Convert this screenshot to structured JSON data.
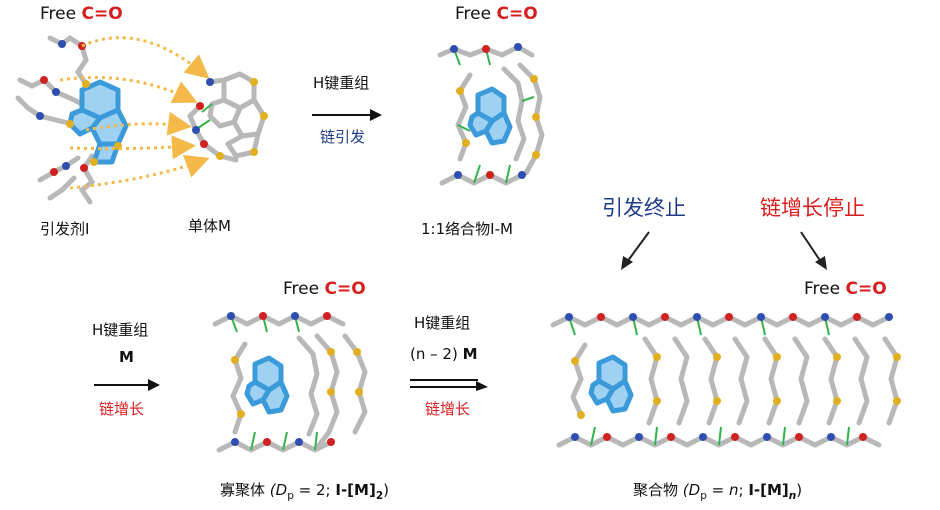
{
  "colors": {
    "red": "#d81e1e",
    "blue": "#1f3c88",
    "pyrene": "#3b9ad9",
    "hbond": "#33b34a",
    "dashed_arrow": "#f5b94a",
    "backbone": "#b8b8b8",
    "sulfur": "#e0b020",
    "nitrogen": "#2f4fb0",
    "oxygen": "#d02020"
  },
  "labels": {
    "free": "Free",
    "co": "C=O"
  },
  "step1": {
    "hbond": "H键重组",
    "chain_init": "链引发"
  },
  "step2": {
    "hbond": "H键重组",
    "monomer": "M",
    "chain_growth": "链增长"
  },
  "step3": {
    "hbond": "H键重组",
    "n_minus_2": "(n – 2)",
    "monomer": "M",
    "chain_growth": "链增长"
  },
  "callouts": {
    "init_stop": "引发终止",
    "growth_stop": "链增长停止"
  },
  "captions": {
    "initiator": "引发剂I",
    "monomer": "单体M",
    "complex": "1:1络合物I-M",
    "oligomer_prefix": "寡聚体",
    "oligomer_dp": "(D",
    "oligomer_p": "p",
    "oligomer_eq": " = 2; ",
    "oligomer_formula": "I-[M]",
    "oligomer_sub": "2",
    "oligomer_close": ")",
    "polymer_prefix": "聚合物",
    "polymer_dp": "(D",
    "polymer_p": "p",
    "polymer_eq": " = ",
    "polymer_n": "n",
    "polymer_semi": "; ",
    "polymer_formula": "I-[M]",
    "polymer_sub": "n",
    "polymer_close": ")"
  }
}
